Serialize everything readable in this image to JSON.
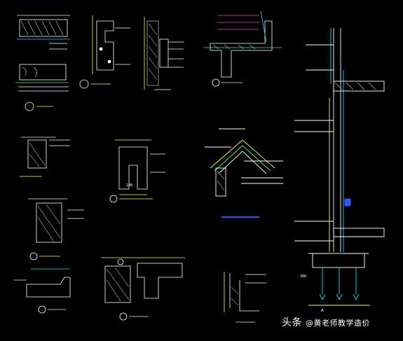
{
  "watermark": {
    "platform": "头条",
    "author": "@黄老师教学造价"
  },
  "labels": {
    "callout_a": "A",
    "dim_300": "300",
    "dim_100": "100"
  },
  "colors": {
    "background": "#000000",
    "line_white": "#ffffff",
    "line_cyan": "#00e5ff",
    "line_yellow": "#ffff33",
    "line_green": "#33ff66",
    "line_magenta": "#ff33cc",
    "line_blue": "#3355ff"
  }
}
